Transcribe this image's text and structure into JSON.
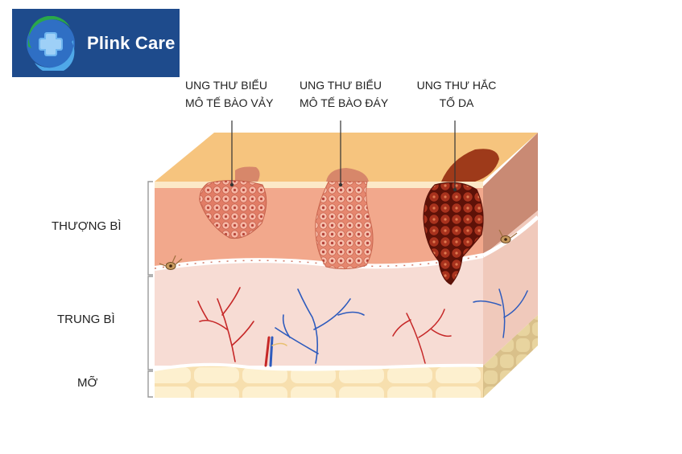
{
  "brand": {
    "name": "Plink Care",
    "bg_color": "#1e4b8c",
    "accent": "#2aa84a"
  },
  "callouts": [
    {
      "line1": "UNG THƯ BIỂU",
      "line2": "MÔ TẾ BÀO VẢY"
    },
    {
      "line1": "UNG THƯ BIỂU",
      "line2": "MÔ TẾ BÀO ĐÁY"
    },
    {
      "line1": "UNG THƯ HẮC",
      "line2": "TỐ DA"
    }
  ],
  "layers": [
    {
      "label": "THƯỢNG BÌ"
    },
    {
      "label": "TRUNG BÌ"
    },
    {
      "label": "MỠ"
    }
  ],
  "colors": {
    "top_surface": "#f6c47e",
    "epidermis": "#f2a88c",
    "dermis": "#f7dcd4",
    "fat": "#fbe9c4",
    "squamous": "#f08f78",
    "basal": "#f29a82",
    "melanoma": "#8f1f12",
    "artery": "#c62828",
    "vein": "#2e5bbd"
  }
}
